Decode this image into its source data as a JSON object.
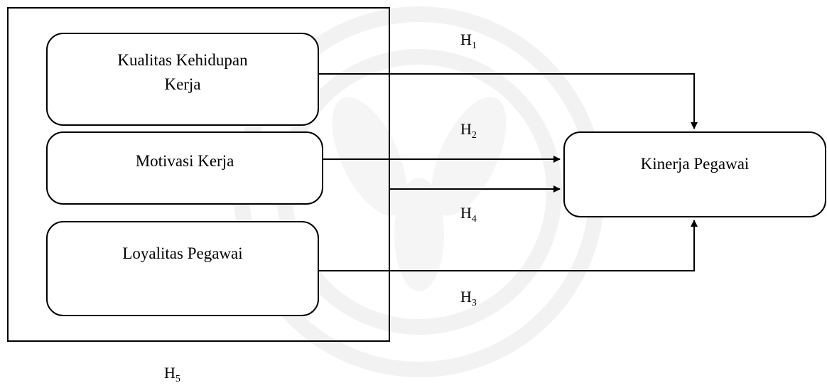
{
  "diagram": {
    "nodes": {
      "kualitas": {
        "lines": [
          "Kualitas Kehidupan",
          "Kerja"
        ]
      },
      "motivasi": {
        "lines": [
          "Motivasi Kerja"
        ]
      },
      "loyalitas": {
        "lines": [
          "Loyalitas Pegawai"
        ]
      },
      "kinerja": {
        "lines": [
          "Kinerja Pegawai"
        ]
      }
    },
    "hypotheses": {
      "h1": {
        "letter": "H",
        "index": "1"
      },
      "h2": {
        "letter": "H",
        "index": "2"
      },
      "h3": {
        "letter": "H",
        "index": "3"
      },
      "h4": {
        "letter": "H",
        "index": "4"
      },
      "h5": {
        "letter": "H",
        "index": "5"
      }
    }
  },
  "colors": {
    "stroke": "#000000",
    "watermark": "#f4f4f4"
  }
}
